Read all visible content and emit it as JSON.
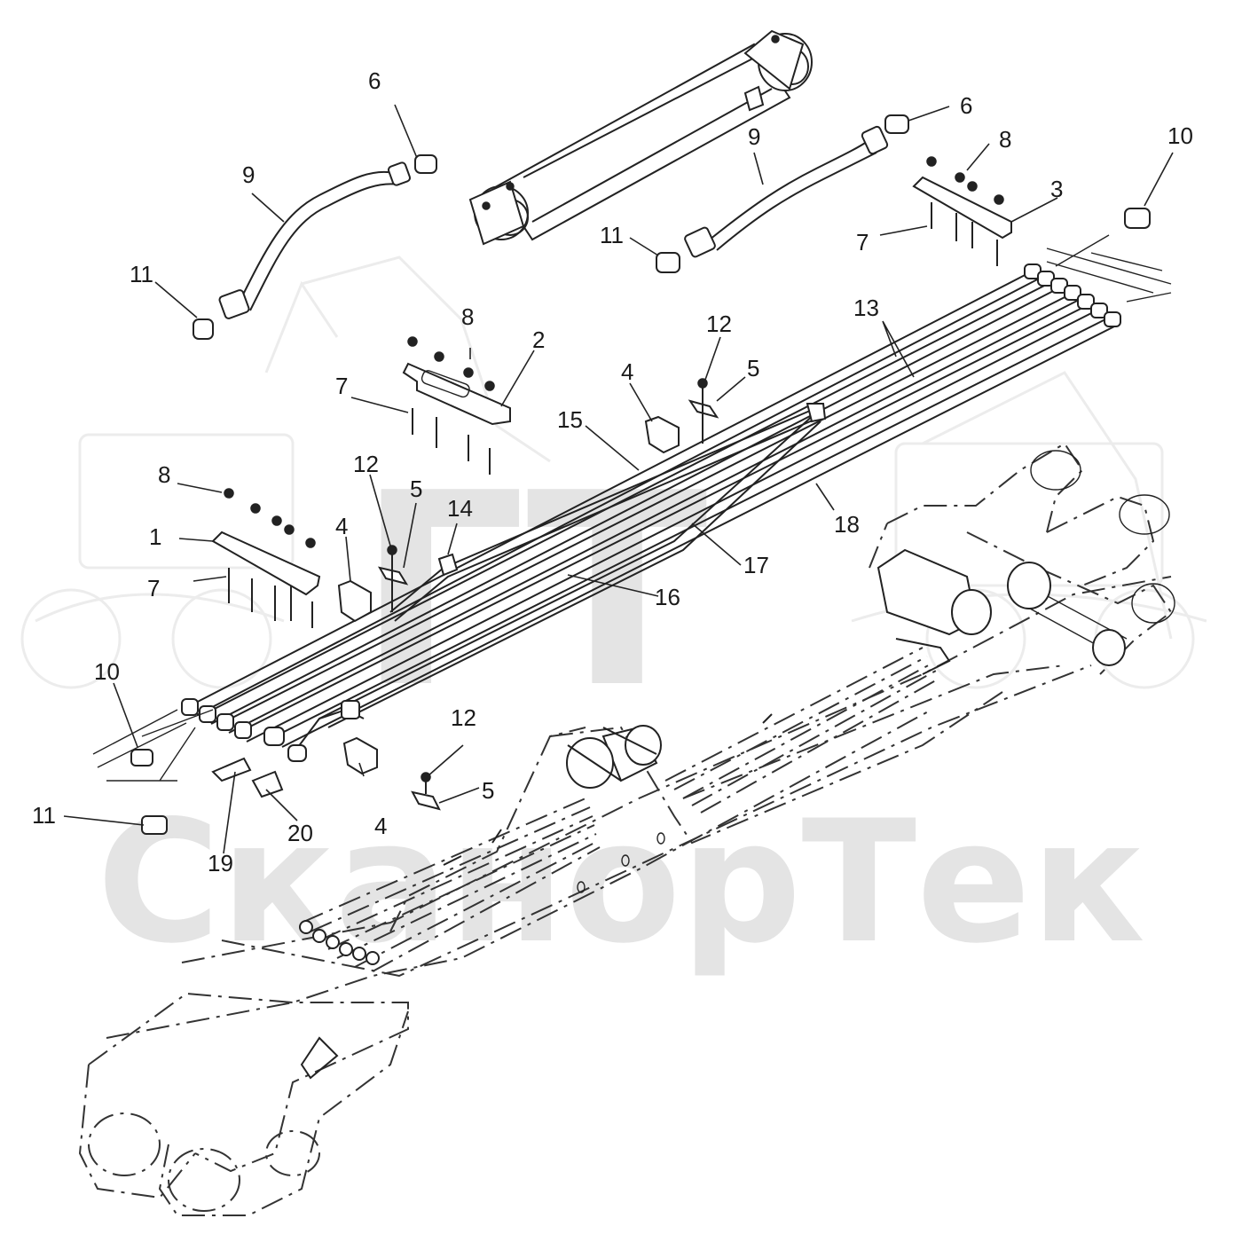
{
  "watermark": {
    "logo_text": "ГТ",
    "brand_text": "СканорТек"
  },
  "colors": {
    "line": "#222222",
    "watermark": "#e4e4e4",
    "background": "#ffffff"
  },
  "callouts": [
    "1",
    "2",
    "3",
    "4",
    "4",
    "4",
    "5",
    "5",
    "5",
    "6",
    "6",
    "7",
    "7",
    "7",
    "8",
    "8",
    "8",
    "9",
    "9",
    "10",
    "10",
    "11",
    "11",
    "11",
    "12",
    "12",
    "12",
    "13",
    "14",
    "15",
    "16",
    "17",
    "18",
    "19",
    "20"
  ]
}
